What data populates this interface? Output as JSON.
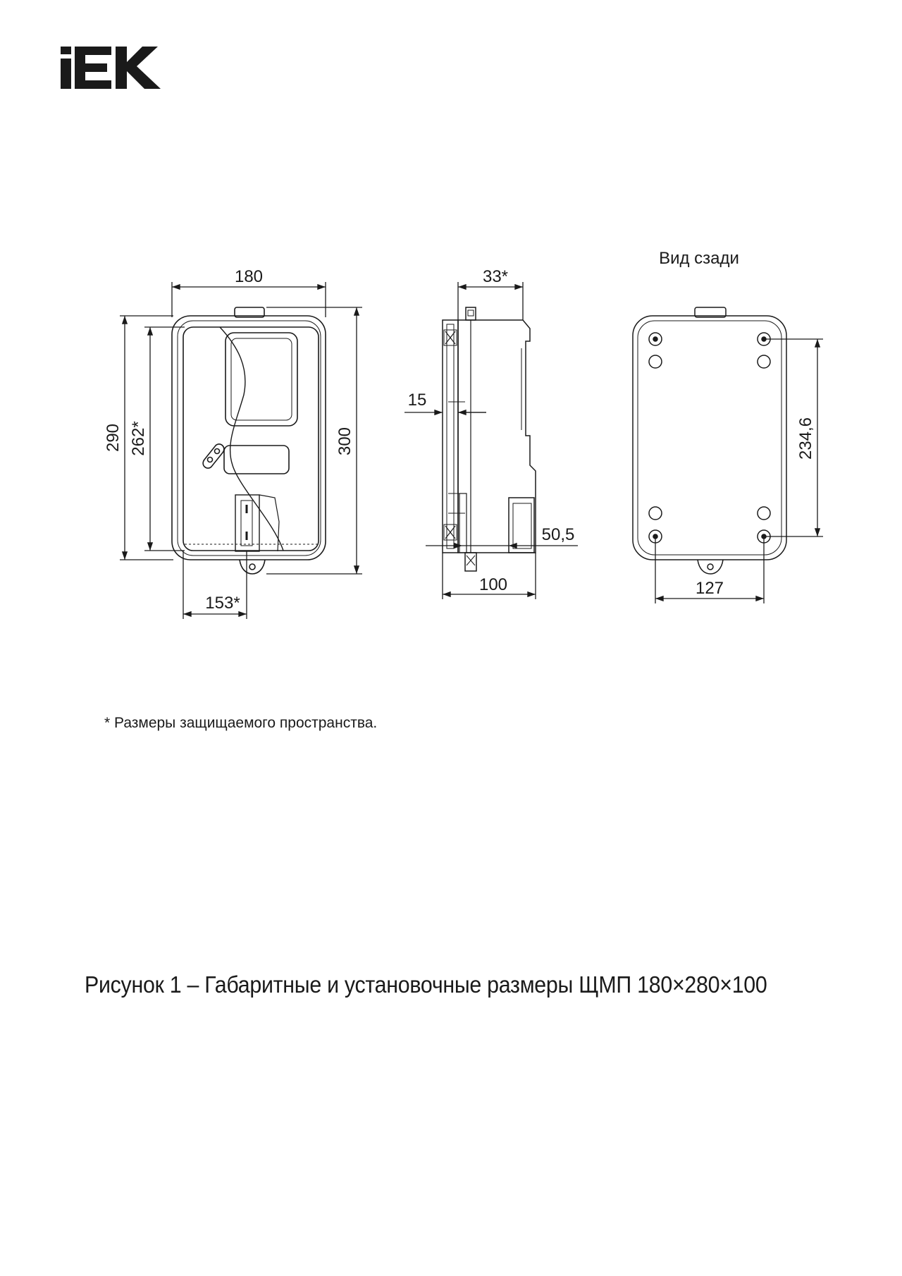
{
  "logo": {
    "text": "IEK"
  },
  "front_view": {
    "width_label": "180",
    "height_outer_label": "300",
    "height_label": "290",
    "height_protected_label": "262*",
    "width_protected_label": "153*"
  },
  "side_view": {
    "depth_protected_label": "33*",
    "offset_label": "15",
    "depth_label": "100",
    "inner_label": "50,5"
  },
  "back_view": {
    "title": "Вид сзади",
    "hole_pitch_vertical_label": "234,6",
    "hole_pitch_horizontal_label": "127"
  },
  "footnote": "* Размеры защищаемого пространства.",
  "caption": "Рисунок 1 – Габаритные и установочные размеры ЩМП 180×280×100",
  "colors": {
    "line": "#1a1a1a",
    "background": "#ffffff"
  }
}
